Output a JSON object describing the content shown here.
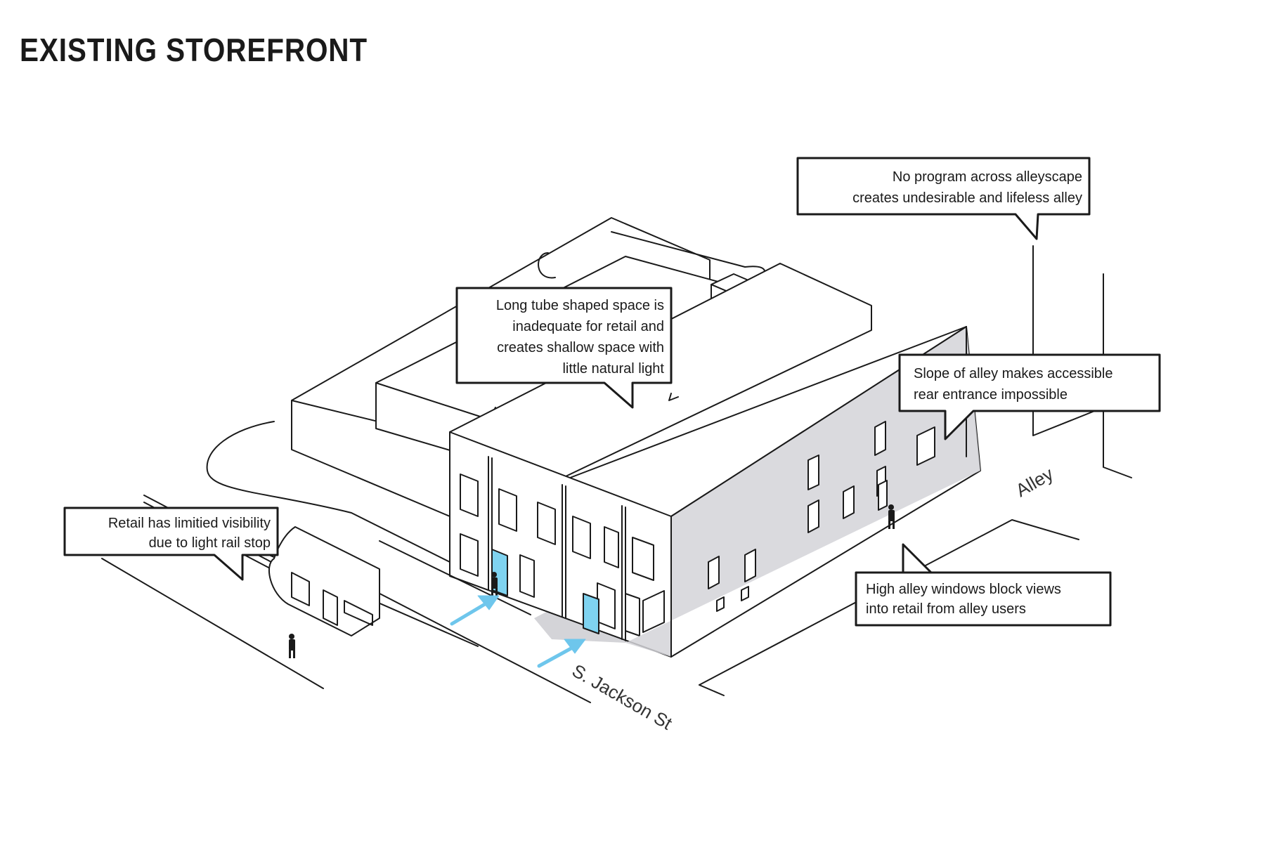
{
  "title": "EXISTING STOREFRONT",
  "colors": {
    "line": "#1a1a1a",
    "shade": "#d4d4d8",
    "highlight": "#7fd3f0",
    "arrow": "#6ec6ec"
  },
  "callouts": {
    "alleyscape": {
      "line1": "No program across alleyscape",
      "line2": "creates undesirable and lifeless alley"
    },
    "tube": {
      "line1": "Long tube shaped space is",
      "line2": "inadequate for retail and",
      "line3": "creates shallow space with",
      "line4": "little natural light"
    },
    "slope": {
      "line1": "Slope of alley makes accessible",
      "line2": "rear entrance impossible"
    },
    "visibility": {
      "line1": "Retail has limitied visibility",
      "line2": "due to light rail stop"
    },
    "windows": {
      "line1": "High alley windows block views",
      "line2": "into retail from alley users"
    }
  },
  "labels": {
    "alley": "Alley",
    "street": "S. Jackson St"
  }
}
